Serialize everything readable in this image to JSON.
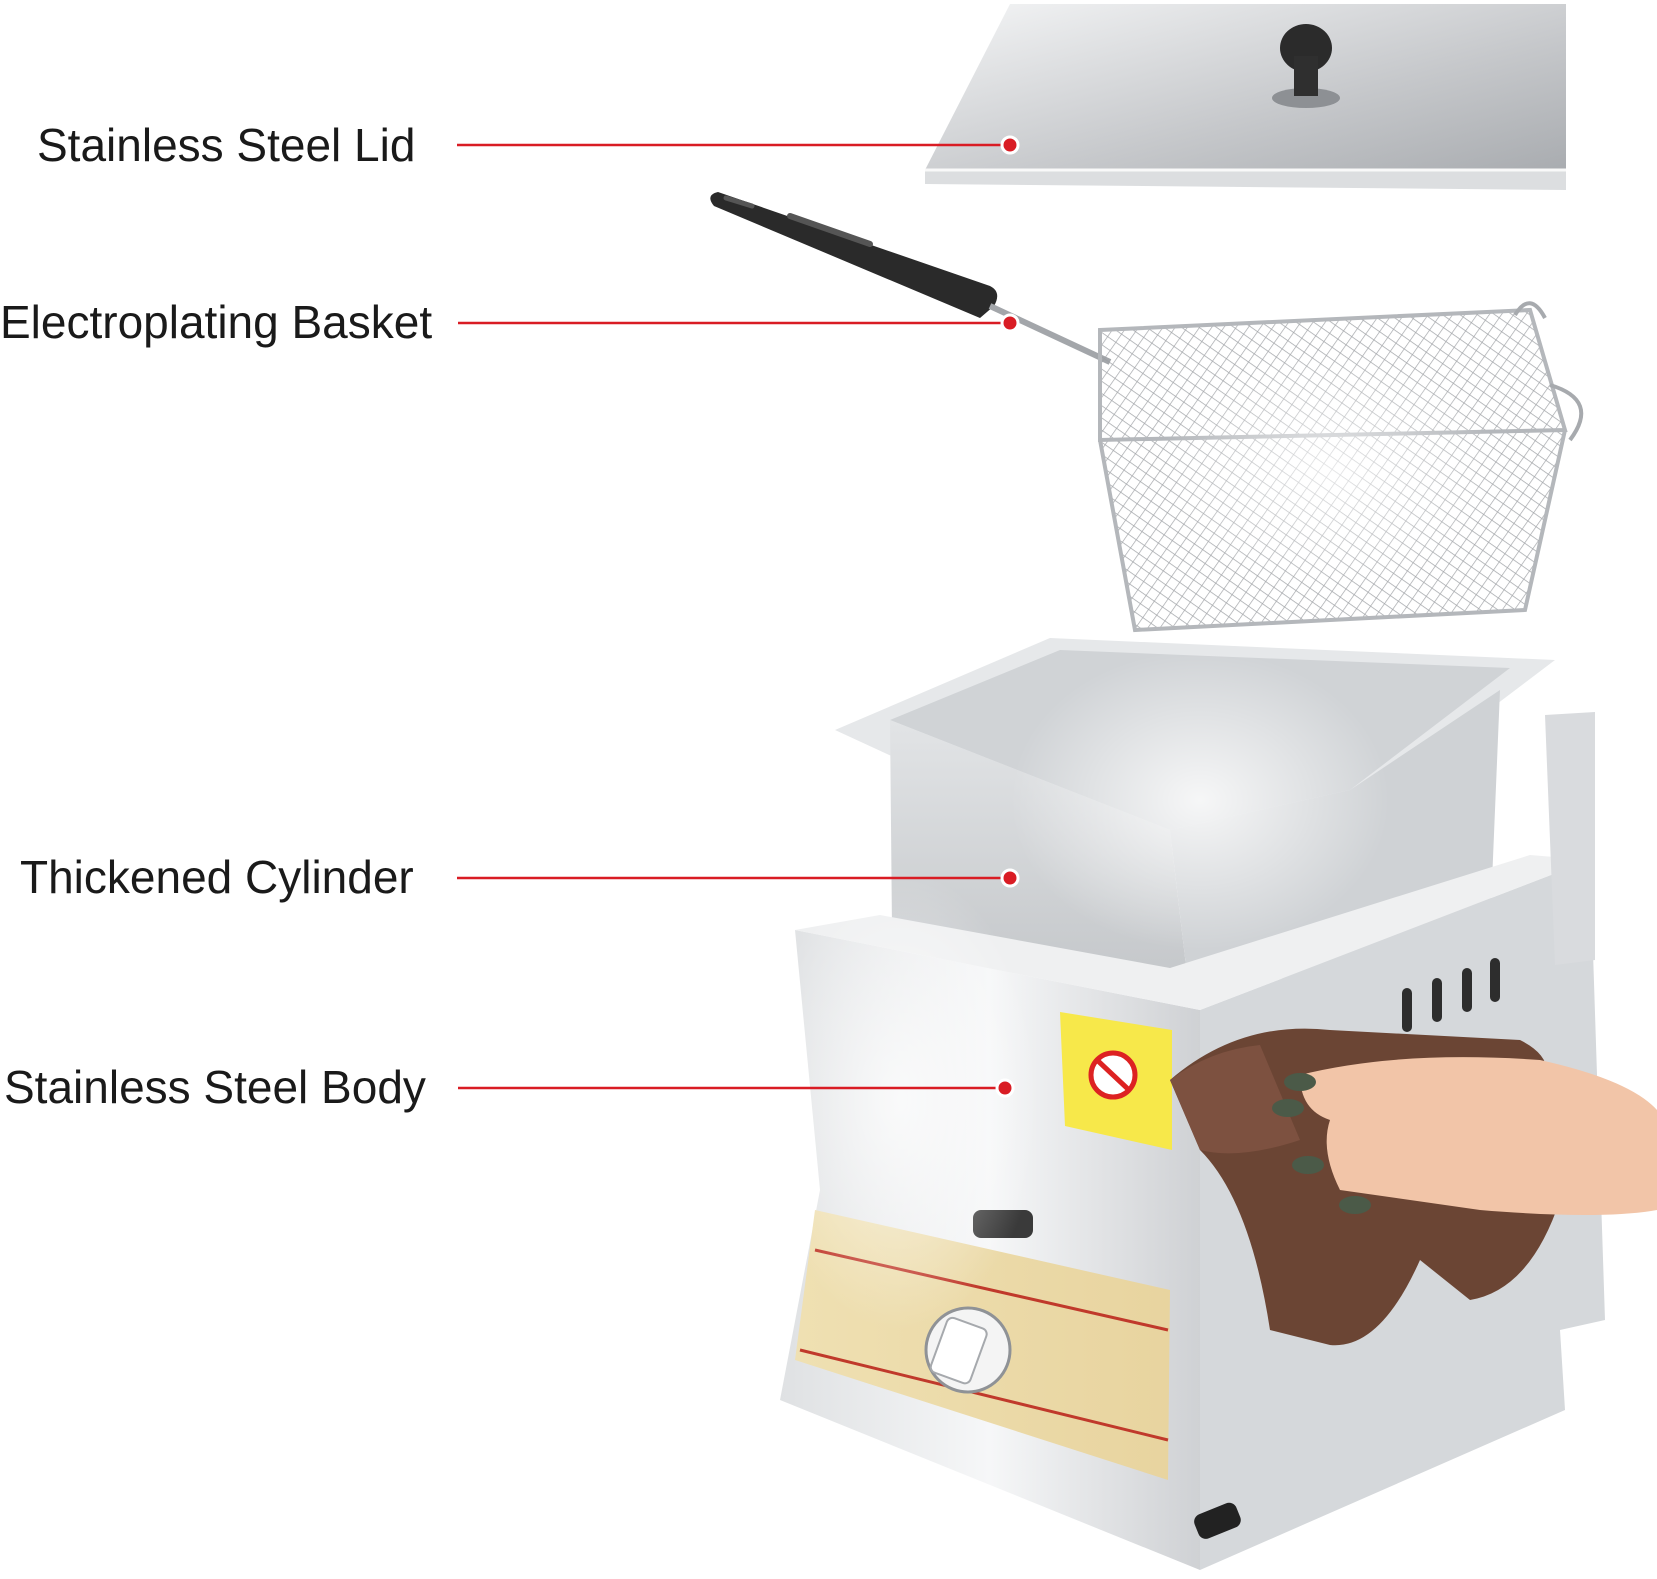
{
  "labels": {
    "lid": "Stainless Steel Lid",
    "basket": "Electroplating Basket",
    "cylinder": "Thickened Cylinder",
    "body": "Stainless Steel Body"
  },
  "colors": {
    "leader_line": "#d91c24",
    "steel_light": "#e9eaec",
    "steel_mid": "#c9cbce",
    "steel_dark": "#9ea1a5",
    "handle": "#2a2a2a",
    "towel": "#6b4534",
    "skin": "#f2c5a8",
    "warning": "#f7e84a",
    "control_panel": "#eedcaa"
  },
  "icons": {
    "warning_label": "no-fire-warning-sticker",
    "knob": "gas-control-knob"
  }
}
